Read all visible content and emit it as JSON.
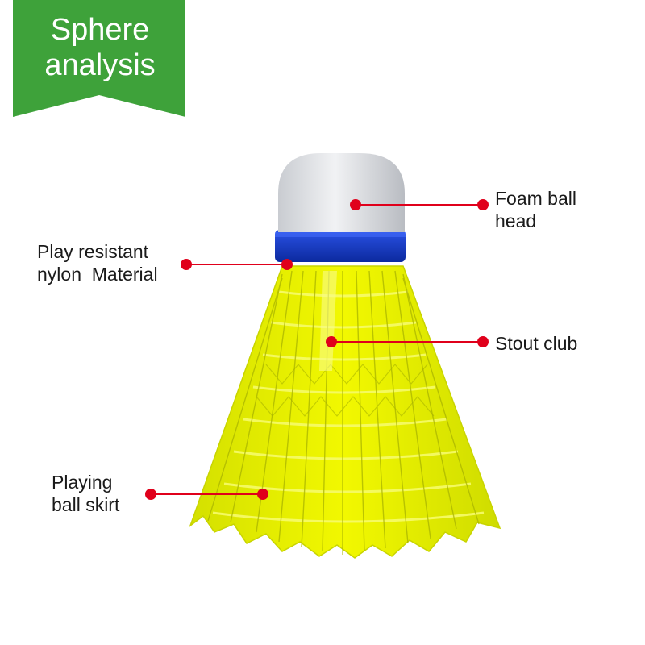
{
  "banner": {
    "line1": "Sphere",
    "line2": "analysis",
    "color": "#3ea23a"
  },
  "callouts": {
    "foam_head": {
      "line1": "Foam ball",
      "line2": "head"
    },
    "nylon_material": {
      "line1": "Play resistant",
      "line2": "nylon  Material"
    },
    "stout_club": {
      "line1": "Stout club"
    },
    "skirt": {
      "line1": "Playing",
      "line2": "ball skirt"
    }
  },
  "colors": {
    "leader": "#e0001b",
    "foam": "#eceef0",
    "band": "#1538c8",
    "skirt": "#e6f000"
  },
  "icons": [
    "shuttlecock-illustration"
  ]
}
